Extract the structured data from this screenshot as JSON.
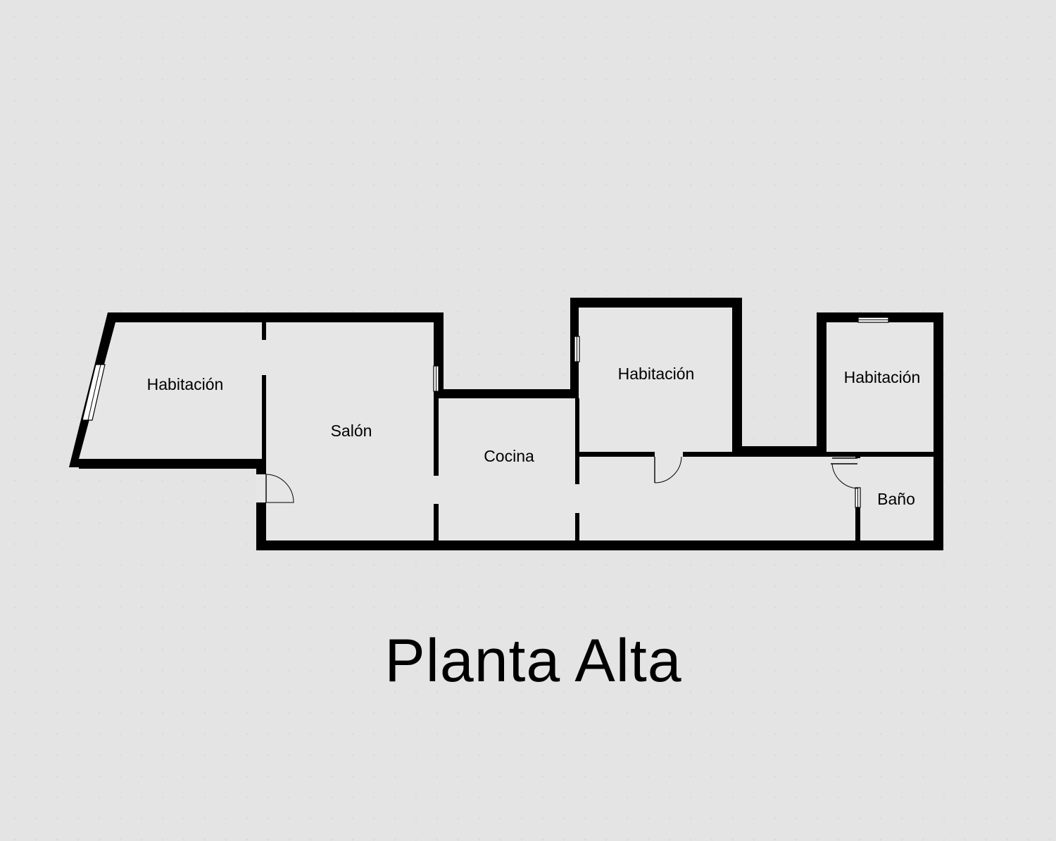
{
  "plan": {
    "title": "Planta Alta",
    "rooms": [
      {
        "id": "habitacion-1",
        "label": "Habitación"
      },
      {
        "id": "salon",
        "label": "Salón"
      },
      {
        "id": "cocina",
        "label": "Cocina"
      },
      {
        "id": "habitacion-2",
        "label": "Habitación"
      },
      {
        "id": "habitacion-3",
        "label": "Habitación"
      },
      {
        "id": "bano",
        "label": "Baño"
      }
    ]
  },
  "colors": {
    "background": "#e4e4e4",
    "walls": "#000000",
    "text": "#000000"
  }
}
